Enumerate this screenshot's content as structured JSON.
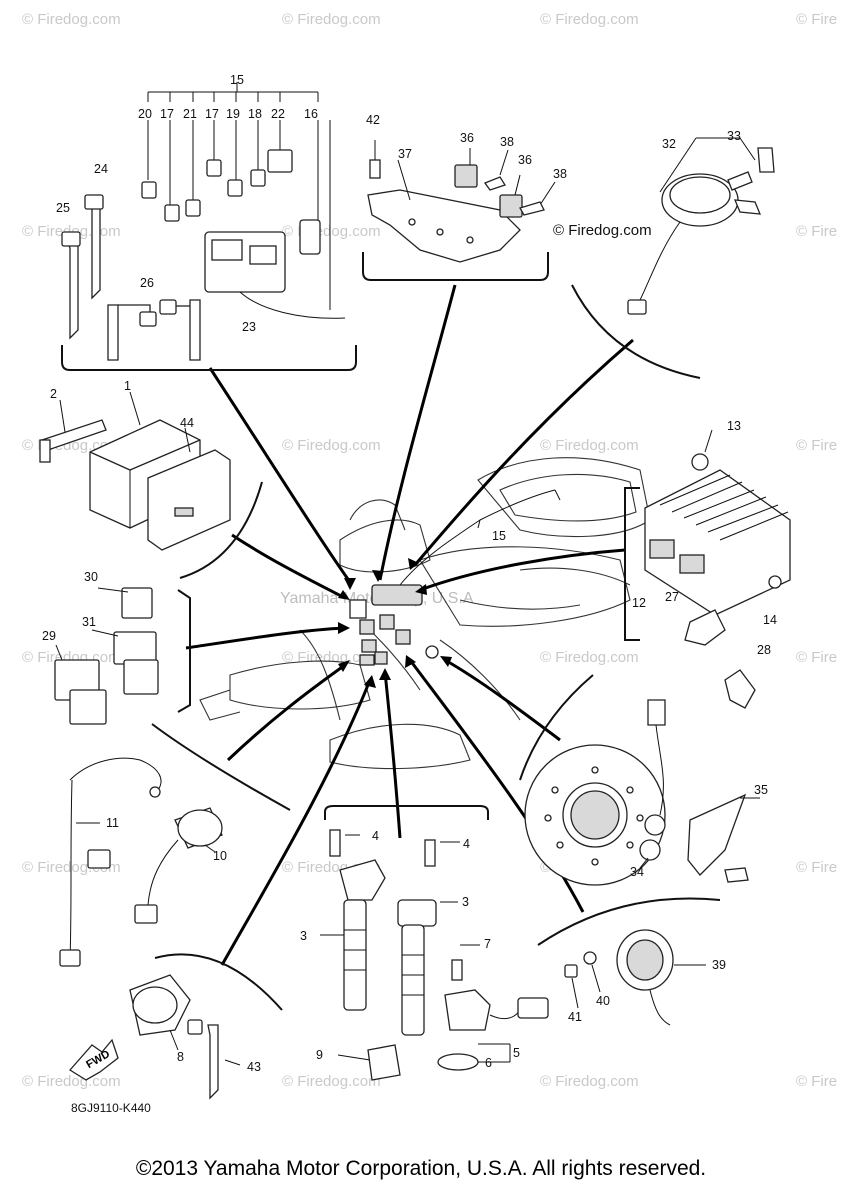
{
  "watermark": "© Firedog.com",
  "watermark_short": "© Fire",
  "center_watermark": "Yamaha Motor Corp, U.S.A",
  "firedog_tag": "© Firedog.com",
  "diagram_code": "8GJ9110-K440",
  "fwd_label": "FWD",
  "footer": "©2013 Yamaha Motor Corporation, U.S.A. All rights reserved.",
  "callouts": {
    "c15_top": "15",
    "c20": "20",
    "c17a": "17",
    "c21": "21",
    "c17b": "17",
    "c19": "19",
    "c18": "18",
    "c22": "22",
    "c16": "16",
    "c24": "24",
    "c25": "25",
    "c26": "26",
    "c23": "23",
    "c42": "42",
    "c37": "37",
    "c36a": "36",
    "c38a": "38",
    "c36b": "36",
    "c38b": "38",
    "c32": "32",
    "c33": "33",
    "c2": "2",
    "c1": "1",
    "c44": "44",
    "c13": "13",
    "c15_mid": "15",
    "c12": "12",
    "c27": "27",
    "c14": "14",
    "c30": "30",
    "c31": "31",
    "c29": "29",
    "c28": "28",
    "c35": "35",
    "c34": "34",
    "c11": "11",
    "c10": "10",
    "c4a": "4",
    "c4b": "4",
    "c3a": "3",
    "c3b": "3",
    "c7": "7",
    "c5": "5",
    "c6": "6",
    "c39": "39",
    "c40": "40",
    "c41": "41",
    "c8": "8",
    "c43": "43",
    "c9": "9"
  }
}
